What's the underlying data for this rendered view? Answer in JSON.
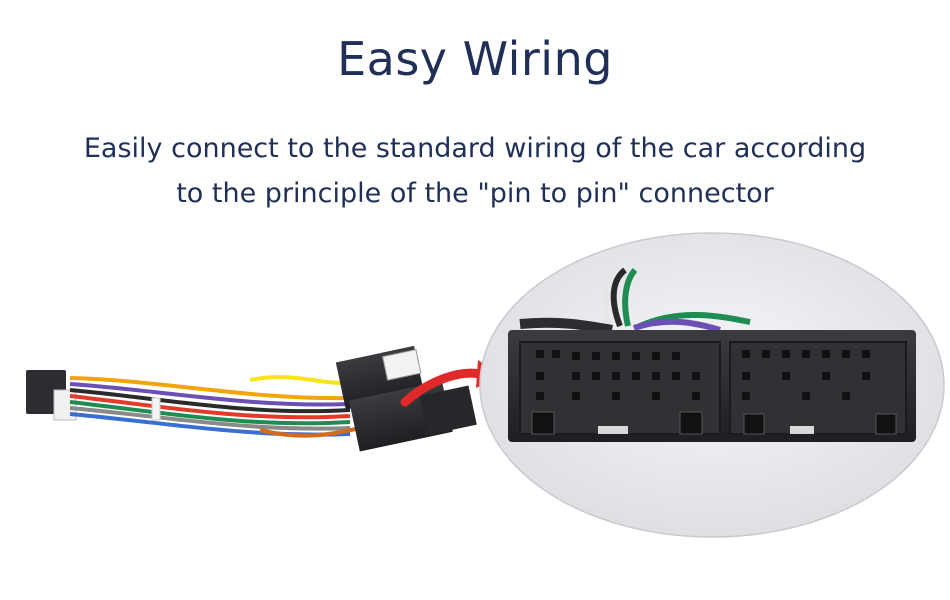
{
  "header": {
    "title": "Easy Wiring",
    "subtitle_line_1": "Easily connect to the standard wiring of the car according",
    "subtitle_line_2": "to the principle of the \"pin to pin\" connector"
  },
  "colors": {
    "text": "#1f2f57",
    "arrow": "#e02a2a",
    "connector": "#2b2d30",
    "zoom_background": "#e9eaee"
  },
  "illustration": {
    "harness_icon": "wiring-harness-icon",
    "arrow_icon": "red-curved-arrow-icon",
    "connector_icon": "connector-closeup-icon"
  }
}
